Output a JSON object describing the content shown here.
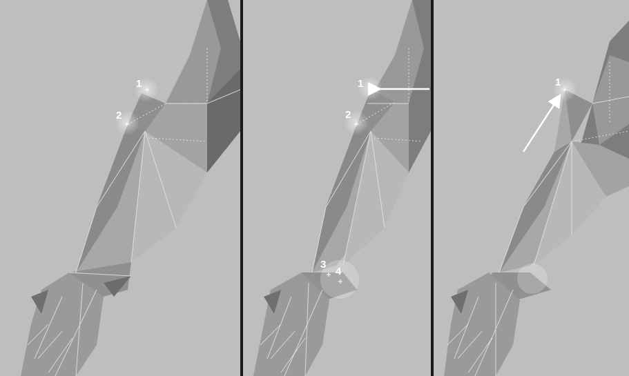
{
  "panels": [
    {
      "labels": [
        "1",
        "2"
      ]
    },
    {
      "labels": [
        "1",
        "2",
        "3",
        "4"
      ]
    },
    {
      "labels": [
        "1"
      ]
    }
  ],
  "colors": {
    "background": "#bebebe",
    "divider": "#1a1a1a",
    "mesh_light": "#b3b3b3",
    "mesh_mid": "#8c8c8c",
    "mesh_dark": "#5e5e5e",
    "label": "#ffffff"
  }
}
